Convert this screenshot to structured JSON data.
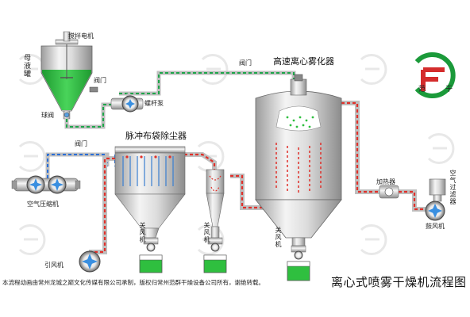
{
  "labels": {
    "mother_tank": "母液罐",
    "agitator_motor": "搅拌电机",
    "valve": "阀门",
    "ball_valve": "球阀",
    "screw_pump": "螺杆泵",
    "valve_top": "阀门",
    "atomizer": "高速离心雾化器",
    "valve_air": "阀门",
    "pulse_filter": "脉冲布袋除尘器",
    "air_compressor": "空气压缩机",
    "induced_fan": "引风机",
    "shutoff_1": "关风机",
    "shutoff_2": "关风机",
    "shutoff_3": "关风机",
    "heater": "加热器",
    "air_filter": "空气过滤器",
    "blower": "鼓风机"
  },
  "title": "离心式喷雾干燥机流程图",
  "footer": "本流程动画由常州龙城之巅文化传媒有限公司承制，版权归常州范群干燥设备公司所有，谢绝转载。",
  "brand": {
    "left_char": "范",
    "right_char": "干",
    "colors": {
      "red": "#d42c2c",
      "green": "#1b9a3a"
    }
  },
  "colors": {
    "pipe_red": "#e0302a",
    "pipe_blue": "#2a6fd8",
    "pipe_green": "#1ea64a",
    "liquid": "#2fbf3f",
    "metal_light": "#f2f2f2",
    "metal_dark": "#9a9a9a"
  }
}
